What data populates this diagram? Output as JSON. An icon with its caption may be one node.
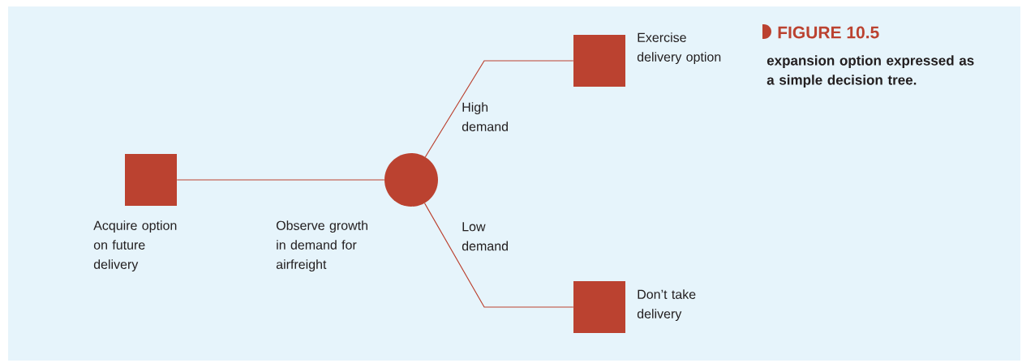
{
  "diagram": {
    "title": "FIGURE 10.5",
    "caption": "expansion option expressed as a simple decision tree.",
    "nodes": [
      {
        "text": [],
        "shape": "box",
        "beside": [
          "Acquire option on future delivery"
        ]
      },
      {
        "text": [],
        "shape": "circle",
        "beside": [
          "Observe growth in demand for airfreight"
        ]
      },
      {
        "text": [],
        "shape": "box",
        "beside": [
          "Exercise delivery option"
        ]
      },
      {
        "text": [],
        "shape": "box",
        "beside": [
          "Don’t take delivery"
        ]
      }
    ],
    "edges": [
      {
        "from": 0,
        "to": 1,
        "arrow": "none"
      },
      {
        "from": 1,
        "to": 2,
        "arrow": "none",
        "label": "High demand"
      },
      {
        "from": 1,
        "to": 3,
        "arrow": "none",
        "label": "Low demand"
      }
    ]
  }
}
